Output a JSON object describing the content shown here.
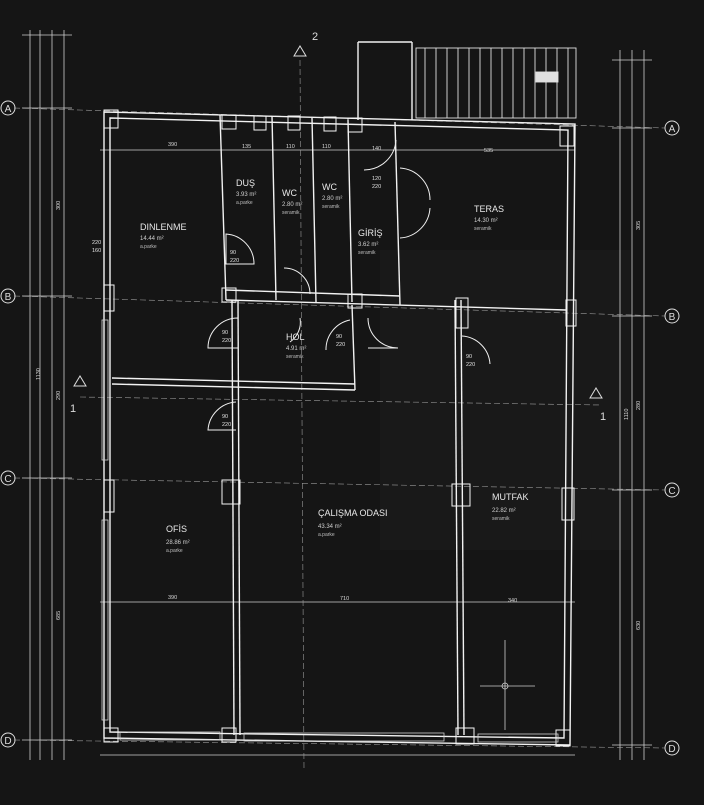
{
  "rooms": [
    {
      "name": "DINLENME",
      "area": "14.44 m²",
      "floor": "a.parke"
    },
    {
      "name": "DUŞ",
      "area": "3.93 m²",
      "floor": "a.parke"
    },
    {
      "name": "WC",
      "area": "2.80 m²",
      "floor": "seramik"
    },
    {
      "name": "WC",
      "area": "2.80 m²",
      "floor": "seramik"
    },
    {
      "name": "GİRİŞ",
      "area": "3.62 m²",
      "floor": "seramik"
    },
    {
      "name": "TERAS",
      "area": "14.30 m²",
      "floor": "seramik"
    },
    {
      "name": "HOL",
      "area": "4.91 m²",
      "floor": "seramik"
    },
    {
      "name": "OFİS",
      "area": "28.86 m²",
      "floor": "a.parke"
    },
    {
      "name": "ÇALIŞMA ODASI",
      "area": "43.34 m²",
      "floor": "a.parke"
    },
    {
      "name": "MUTFAK",
      "area": "22.82 m²",
      "floor": "seramik"
    }
  ],
  "doors": {
    "dus": {
      "w": "90",
      "h": "220"
    },
    "dinlenme": {
      "w": "90",
      "h": "220"
    },
    "hol": {
      "w": "90",
      "h": "220"
    },
    "mutfak": {
      "w": "90",
      "h": "220"
    },
    "ofis": {
      "w": "90",
      "h": "220"
    },
    "giris": {
      "w": "120",
      "h": "220"
    },
    "window": {
      "w": "220",
      "h": "160"
    }
  },
  "dims": {
    "top": [
      "390",
      "135",
      "110",
      "110",
      "140",
      "535"
    ],
    "mid": [
      "390",
      "710",
      "340"
    ],
    "left": [
      "300",
      "290",
      "685",
      "1130"
    ],
    "right": [
      "305",
      "280",
      "630",
      "1110"
    ]
  },
  "axes": {
    "a": "A",
    "b": "B",
    "c": "C",
    "d": "D"
  },
  "sections": {
    "left": "1",
    "right": "1",
    "top": "2"
  }
}
